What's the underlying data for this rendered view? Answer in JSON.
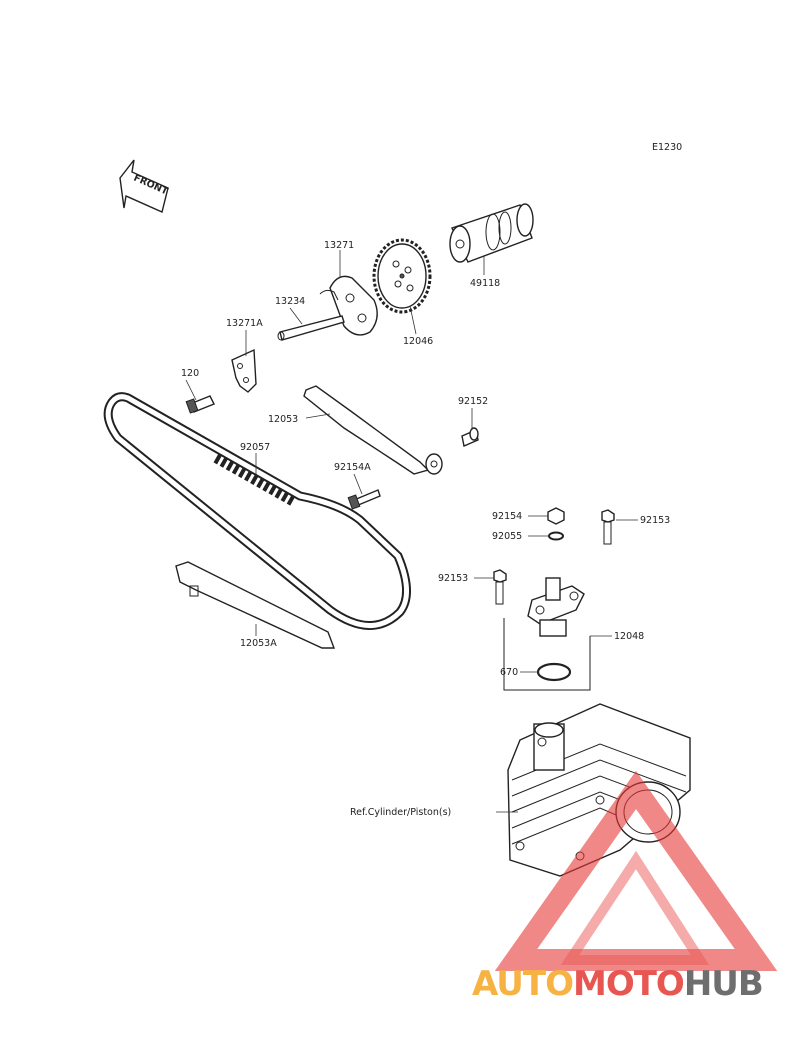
{
  "diagram": {
    "code": "E1230",
    "front_label": "FRONT",
    "parts": [
      {
        "id": "p13271",
        "label": "13271"
      },
      {
        "id": "p49118",
        "label": "49118"
      },
      {
        "id": "p13234",
        "label": "13234"
      },
      {
        "id": "p13271A",
        "label": "13271A"
      },
      {
        "id": "p12046",
        "label": "12046"
      },
      {
        "id": "p120",
        "label": "120"
      },
      {
        "id": "p92152",
        "label": "92152"
      },
      {
        "id": "p12053",
        "label": "12053"
      },
      {
        "id": "p92057",
        "label": "92057"
      },
      {
        "id": "p92154A",
        "label": "92154A"
      },
      {
        "id": "p92154",
        "label": "92154"
      },
      {
        "id": "p92153a",
        "label": "92153"
      },
      {
        "id": "p92055",
        "label": "92055"
      },
      {
        "id": "p92153b",
        "label": "92153"
      },
      {
        "id": "p12048",
        "label": "12048"
      },
      {
        "id": "p670",
        "label": "670"
      },
      {
        "id": "p12053A",
        "label": "12053A"
      },
      {
        "id": "pref",
        "label": "Ref.Cylinder/Piston(s)"
      }
    ]
  },
  "watermark": {
    "part1": "AUTO",
    "part2": "MOTO",
    "part3": "HUB",
    "colors": {
      "orange": "#f5a623",
      "red": "#e53935",
      "gray": "#555555"
    }
  }
}
